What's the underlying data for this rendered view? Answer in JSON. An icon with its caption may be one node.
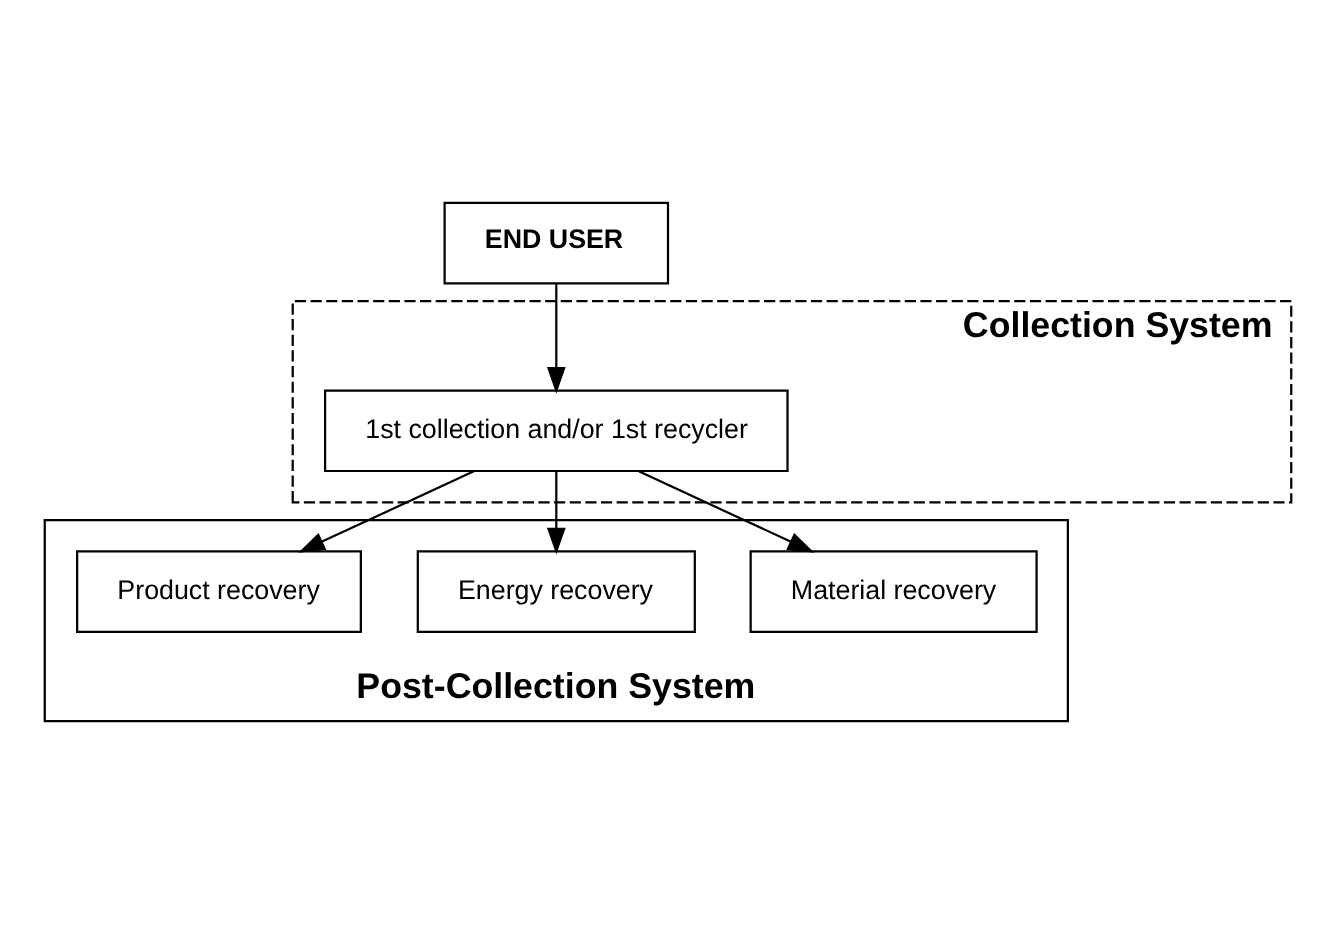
{
  "diagram": {
    "nodes": [
      {
        "text": [
          "END USER"
        ]
      },
      {
        "text": [
          "Collection System"
        ]
      },
      {
        "text": [
          "1st collection and/or 1st recycler"
        ],
        "in": 1
      },
      {
        "text": [
          "Post-Collection System"
        ]
      },
      {
        "text": [
          "Product recovery"
        ],
        "in": 3
      },
      {
        "text": [
          "Energy recovery"
        ],
        "in": 3
      },
      {
        "text": [
          "Material recovery"
        ],
        "in": 3
      }
    ],
    "edges": [
      {
        "from": 0,
        "to": 2,
        "arrow": "to"
      },
      {
        "from": 2,
        "to": 4,
        "arrow": "to"
      },
      {
        "from": 2,
        "to": 5,
        "arrow": "to"
      },
      {
        "from": 2,
        "to": 6,
        "arrow": "to"
      }
    ]
  }
}
